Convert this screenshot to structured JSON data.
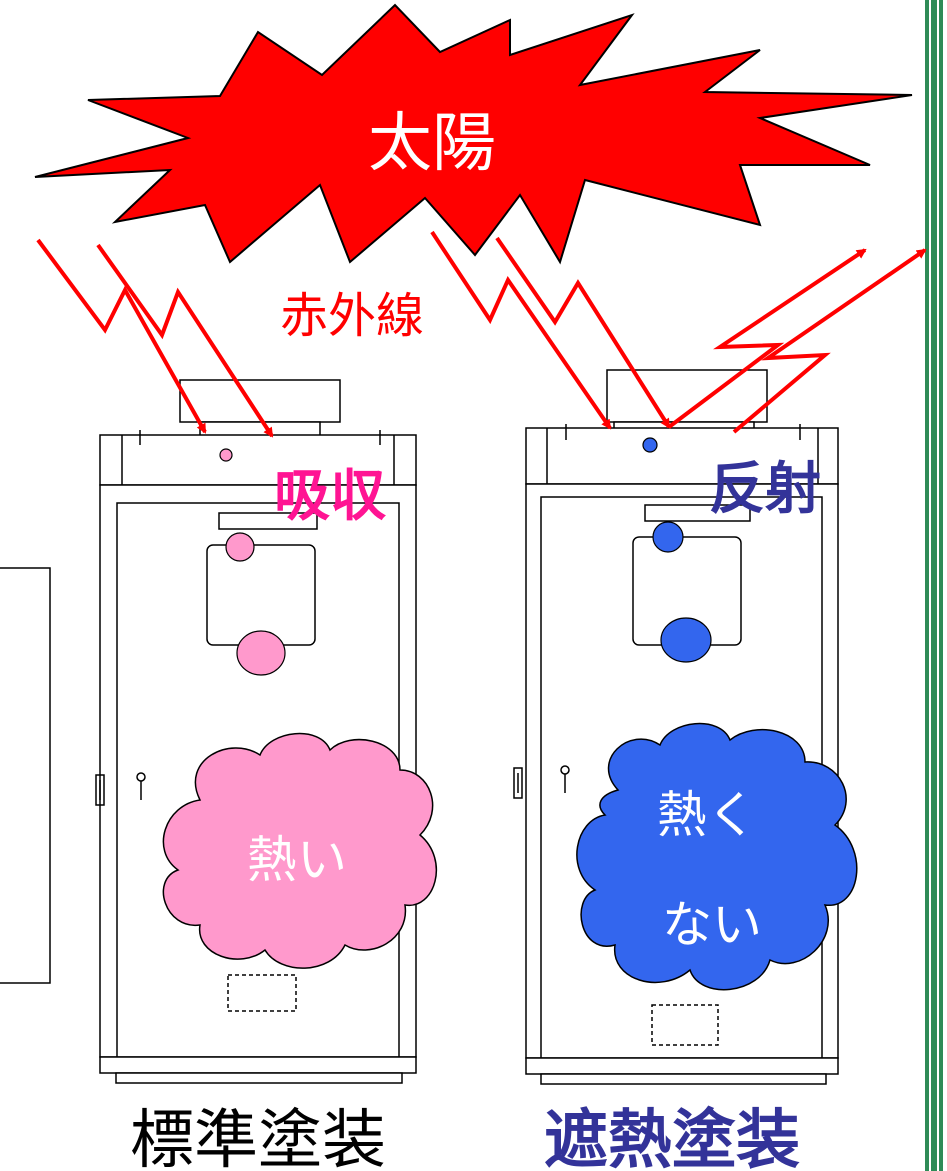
{
  "sun": {
    "label": "太陽",
    "fill": "#ff0000"
  },
  "infrared": {
    "label": "赤外線",
    "color": "#ff0000"
  },
  "standard": {
    "action": "吸収",
    "action_color": "#ff1493",
    "heat": "熱い",
    "caption": "標準塗装",
    "blob_color": "#ff99cc"
  },
  "shield": {
    "action": "反射",
    "action_color": "#333399",
    "heat_line1": "熱く",
    "heat_line2": "ない",
    "caption": "遮熱塗装",
    "caption_color": "#333399",
    "blob_color": "#3366ee"
  },
  "side_bar_color": "#2e8b57"
}
